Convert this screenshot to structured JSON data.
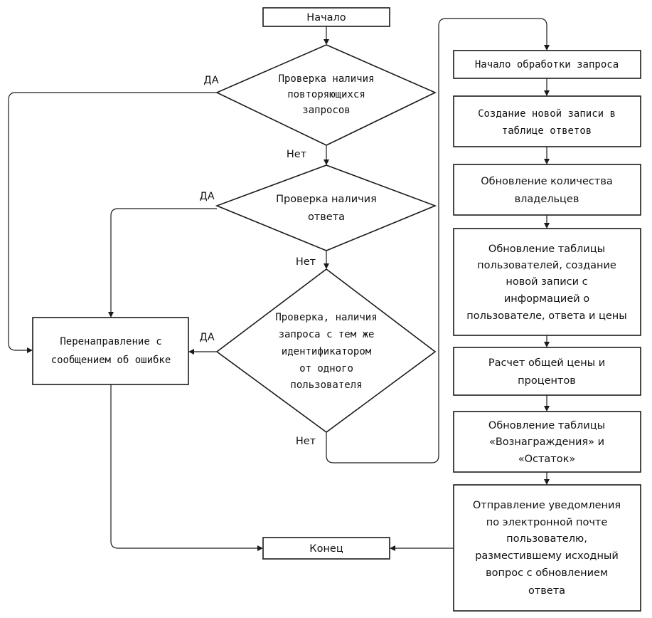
{
  "flowchart": {
    "start": "Начало",
    "end": "Конец",
    "checks": {
      "duplicate": [
        "Проверка наличия",
        "повторяющихся",
        "запросов"
      ],
      "answer": [
        "Проверка наличия",
        "ответа"
      ],
      "same_id": [
        "Проверка, наличия",
        "запроса с тем же",
        "идентификатором",
        "от одного",
        "пользователя"
      ]
    },
    "error": [
      "Перенаправление с",
      "сообщением об ошибке"
    ],
    "process": [
      [
        "Начало обработки запроса"
      ],
      [
        "Создание новой записи в",
        "таблице ответов"
      ],
      [
        "Обновление количества",
        "владельцев"
      ],
      [
        "Обновление таблицы",
        "пользователей, создание",
        "новой записи с",
        "информацией о",
        "пользователе, ответа и цены"
      ],
      [
        "Расчет общей цены и",
        "процентов"
      ],
      [
        "Обновление таблицы",
        "«Вознаграждения» и",
        "«Остаток»"
      ],
      [
        "Отправление уведомления",
        "по электронной почте",
        "пользователю,",
        "разместившему исходный",
        "вопрос с обновлением",
        "ответа"
      ]
    ],
    "labels": {
      "yes": "ДА",
      "no": "Нет"
    }
  }
}
